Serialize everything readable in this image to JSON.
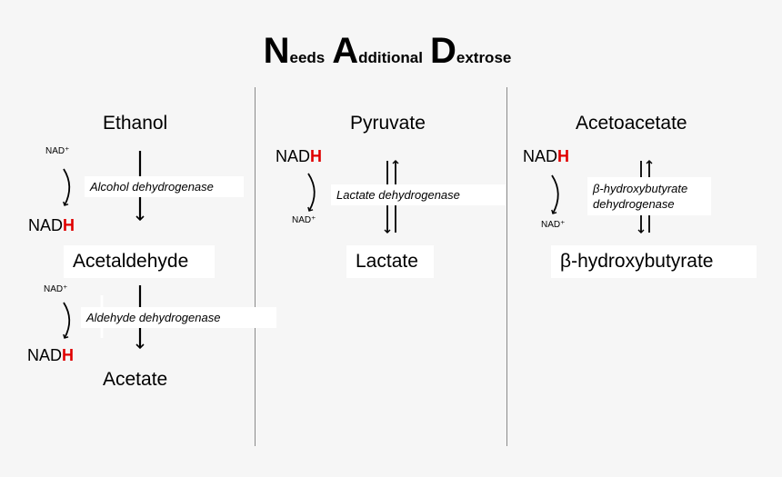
{
  "title": {
    "w1_initial": "N",
    "w1_rest": "eeds",
    "w2_initial": "A",
    "w2_rest": "dditional",
    "w3_initial": "D",
    "w3_rest": "extrose"
  },
  "col1": {
    "substrate": "Ethanol",
    "nad1": "NAD⁺",
    "enzyme1": "Alcohol dehydrogenase",
    "nadh1_base": "NAD",
    "nadh1_h": "H",
    "intermediate": "Acetaldehyde",
    "nad2": "NAD⁺",
    "enzyme2": "Aldehyde dehydrogenase",
    "nadh2_base": "NAD",
    "nadh2_h": "H",
    "product": "Acetate"
  },
  "col2": {
    "substrate": "Pyruvate",
    "nadh_base": "NAD",
    "nadh_h": "H",
    "enzyme": "Lactate dehydrogenase",
    "nad": "NAD⁺",
    "product": "Lactate"
  },
  "col3": {
    "substrate": "Acetoacetate",
    "nadh_base": "NAD",
    "nadh_h": "H",
    "enzyme_line1": "β-hydroxybutyrate",
    "enzyme_line2": "dehydrogenase",
    "nad": "NAD⁺",
    "product": "β-hydroxybutyrate"
  },
  "colors": {
    "accent_red": "#e00000",
    "background": "#f6f6f6"
  }
}
